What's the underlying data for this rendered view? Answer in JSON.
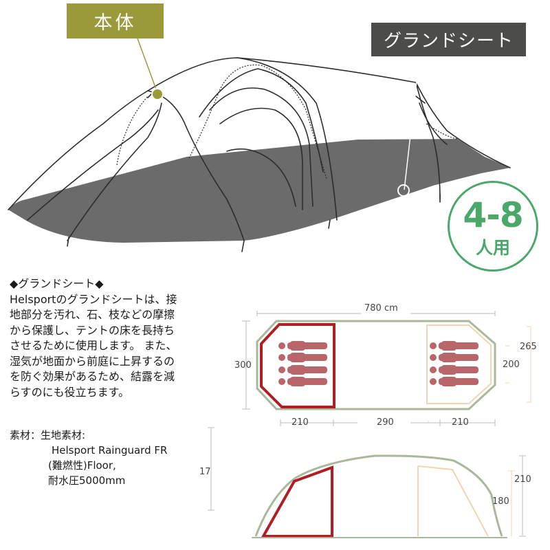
{
  "labels": {
    "body_tag": "本体",
    "groundsheet_tag": "グランドシート"
  },
  "badge": {
    "capacity": "4-8",
    "unit": "人用"
  },
  "description": {
    "heading": "◆グランドシート◆",
    "lines": [
      "Helsportのグランドシートは、接",
      "地部分を汚れ、石、枝などの摩擦",
      "から保護し、テントの床を長持ち",
      "させるために使用します。 また、",
      "湿気が地面から前庭に上昇するの",
      "を防ぐ効果があるため、結露を減",
      "らすのにも役立ちます。"
    ]
  },
  "material": {
    "label": "素材：生地素材:",
    "lines": [
      "Helsport Rainguard FR",
      "(難燃性)Floor,",
      "耐水圧5000mm"
    ]
  },
  "dimensions": {
    "length": "780 cm",
    "width_left": "300",
    "width_right_outer": "265",
    "width_right_inner": "200",
    "seg_left": "210",
    "seg_mid": "290",
    "seg_right": "210",
    "height_left": "17",
    "height_right_outer": "210",
    "height_right_inner": "180"
  },
  "colors": {
    "tag_body_bg": "#9b9a3b",
    "tag_ground_bg": "#4c4c48",
    "badge_green": "#4aa86a",
    "groundsheet_fill": "#6b6b6b",
    "tent_line": "#2c2c2c",
    "inner_red": "#b01e22",
    "person_fill": "#b9666a",
    "outline_green": "#aab79b",
    "outline_beige": "#efd6b0"
  }
}
